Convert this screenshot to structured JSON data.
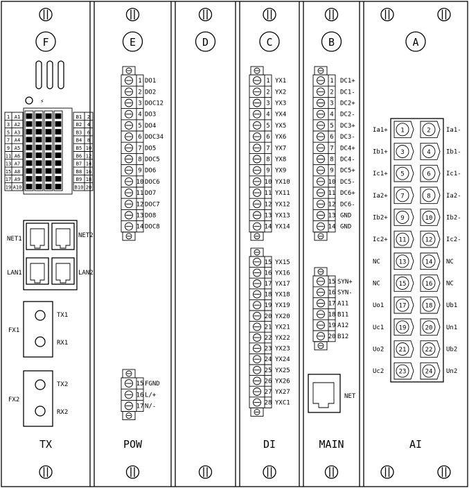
{
  "panels": [
    {
      "letter": "F",
      "name": "TX",
      "pos": "right"
    },
    {
      "letter": "E",
      "name": "POW",
      "pos": "center"
    },
    {
      "letter": "D",
      "name": "",
      "pos": "center"
    },
    {
      "letter": "C",
      "name": "DI",
      "pos": "center"
    },
    {
      "letter": "B",
      "name": "MAIN",
      "pos": "center"
    },
    {
      "letter": "A",
      "name": "AI",
      "pos": "center"
    }
  ],
  "tx": {
    "mark": "⚡",
    "grid_left_a": [
      "1",
      "3",
      "5",
      "7",
      "9",
      "11",
      "13",
      "15",
      "17",
      "19"
    ],
    "grid_left_b": [
      "A1",
      "A2",
      "A3",
      "A4",
      "A5",
      "A6",
      "A7",
      "A8",
      "A9",
      "A10"
    ],
    "grid_right_a": [
      "B1",
      "B2",
      "B3",
      "B4",
      "B5",
      "B6",
      "B7",
      "B8",
      "B9",
      "B10"
    ],
    "grid_right_b": [
      "2",
      "4",
      "6",
      "8",
      "10",
      "12",
      "14",
      "16",
      "18",
      "20"
    ],
    "net1": "NET1",
    "net2": "NET2",
    "lan1": "LAN1",
    "lan2": "LAN2",
    "fx1": "FX1",
    "tx1": "TX1",
    "rx1": "RX1",
    "fx2": "FX2",
    "tx2": "TX2",
    "rx2": "RX2"
  },
  "pow": {
    "block1": [
      {
        "pin": "1",
        "label": "DO1"
      },
      {
        "pin": "2",
        "label": "DO2"
      },
      {
        "pin": "3",
        "label": "DOC12"
      },
      {
        "pin": "4",
        "label": "DO3"
      },
      {
        "pin": "5",
        "label": "DO4"
      },
      {
        "pin": "6",
        "label": "DOC34"
      },
      {
        "pin": "7",
        "label": "DO5"
      },
      {
        "pin": "8",
        "label": "DOC5"
      },
      {
        "pin": "9",
        "label": "DO6"
      },
      {
        "pin": "10",
        "label": "DOC6"
      },
      {
        "pin": "11",
        "label": "DO7"
      },
      {
        "pin": "12",
        "label": "DOC7"
      },
      {
        "pin": "13",
        "label": "DO8"
      },
      {
        "pin": "14",
        "label": "DOC8"
      }
    ],
    "block2": [
      {
        "pin": "15",
        "label": "FGND"
      },
      {
        "pin": "16",
        "label": "L/+"
      },
      {
        "pin": "17",
        "label": "N/-"
      }
    ]
  },
  "di": {
    "block1": [
      {
        "pin": "1",
        "label": "YX1"
      },
      {
        "pin": "2",
        "label": "YX2"
      },
      {
        "pin": "3",
        "label": "YX3"
      },
      {
        "pin": "4",
        "label": "YX4"
      },
      {
        "pin": "5",
        "label": "YX5"
      },
      {
        "pin": "6",
        "label": "YX6"
      },
      {
        "pin": "7",
        "label": "YX7"
      },
      {
        "pin": "8",
        "label": "YX8"
      },
      {
        "pin": "9",
        "label": "YX9"
      },
      {
        "pin": "10",
        "label": "YX10"
      },
      {
        "pin": "11",
        "label": "YX11"
      },
      {
        "pin": "12",
        "label": "YX12"
      },
      {
        "pin": "13",
        "label": "YX13"
      },
      {
        "pin": "14",
        "label": "YX14"
      }
    ],
    "block2": [
      {
        "pin": "15",
        "label": "YX15"
      },
      {
        "pin": "16",
        "label": "YX16"
      },
      {
        "pin": "17",
        "label": "YX17"
      },
      {
        "pin": "18",
        "label": "YX18"
      },
      {
        "pin": "19",
        "label": "YX19"
      },
      {
        "pin": "20",
        "label": "YX20"
      },
      {
        "pin": "21",
        "label": "YX21"
      },
      {
        "pin": "22",
        "label": "YX22"
      },
      {
        "pin": "23",
        "label": "YX23"
      },
      {
        "pin": "24",
        "label": "YX24"
      },
      {
        "pin": "25",
        "label": "YX25"
      },
      {
        "pin": "26",
        "label": "YX26"
      },
      {
        "pin": "27",
        "label": "YX27"
      },
      {
        "pin": "28",
        "label": "YXC1"
      }
    ]
  },
  "main": {
    "block1": [
      {
        "pin": "1",
        "label": "DC1+"
      },
      {
        "pin": "2",
        "label": "DC1-"
      },
      {
        "pin": "3",
        "label": "DC2+"
      },
      {
        "pin": "4",
        "label": "DC2-"
      },
      {
        "pin": "5",
        "label": "DC3+"
      },
      {
        "pin": "6",
        "label": "DC3-"
      },
      {
        "pin": "7",
        "label": "DC4+"
      },
      {
        "pin": "8",
        "label": "DC4-"
      },
      {
        "pin": "9",
        "label": "DC5+"
      },
      {
        "pin": "10",
        "label": "DC5-"
      },
      {
        "pin": "11",
        "label": "DC6+"
      },
      {
        "pin": "12",
        "label": "DC6-"
      },
      {
        "pin": "13",
        "label": "GND"
      },
      {
        "pin": "14",
        "label": "GND"
      }
    ],
    "block2": [
      {
        "pin": "15",
        "label": "SYN+"
      },
      {
        "pin": "16",
        "label": "SYN-"
      },
      {
        "pin": "17",
        "label": "A11"
      },
      {
        "pin": "18",
        "label": "B11"
      },
      {
        "pin": "19",
        "label": "A12"
      },
      {
        "pin": "20",
        "label": "B12"
      }
    ],
    "net": "NET"
  },
  "ai": {
    "rows": [
      {
        "left": "Ia1+",
        "p1": "1",
        "p2": "2",
        "right": "Ia1-"
      },
      {
        "left": "Ib1+",
        "p1": "3",
        "p2": "4",
        "right": "Ib1-"
      },
      {
        "left": "Ic1+",
        "p1": "5",
        "p2": "6",
        "right": "Ic1-"
      },
      {
        "left": "Ia2+",
        "p1": "7",
        "p2": "8",
        "right": "Ia2-"
      },
      {
        "left": "Ib2+",
        "p1": "9",
        "p2": "10",
        "right": "Ib2-"
      },
      {
        "left": "Ic2+",
        "p1": "11",
        "p2": "12",
        "right": "Ic2-"
      },
      {
        "left": "NC",
        "p1": "13",
        "p2": "14",
        "right": "NC"
      },
      {
        "left": "NC",
        "p1": "15",
        "p2": "16",
        "right": "NC"
      },
      {
        "left": "Uo1",
        "p1": "17",
        "p2": "18",
        "right": "Ub1"
      },
      {
        "left": "Uc1",
        "p1": "19",
        "p2": "20",
        "right": "Un1"
      },
      {
        "left": "Uo2",
        "p1": "21",
        "p2": "22",
        "right": "Ub2"
      },
      {
        "left": "Uc2",
        "p1": "23",
        "p2": "24",
        "right": "Un2"
      }
    ]
  }
}
